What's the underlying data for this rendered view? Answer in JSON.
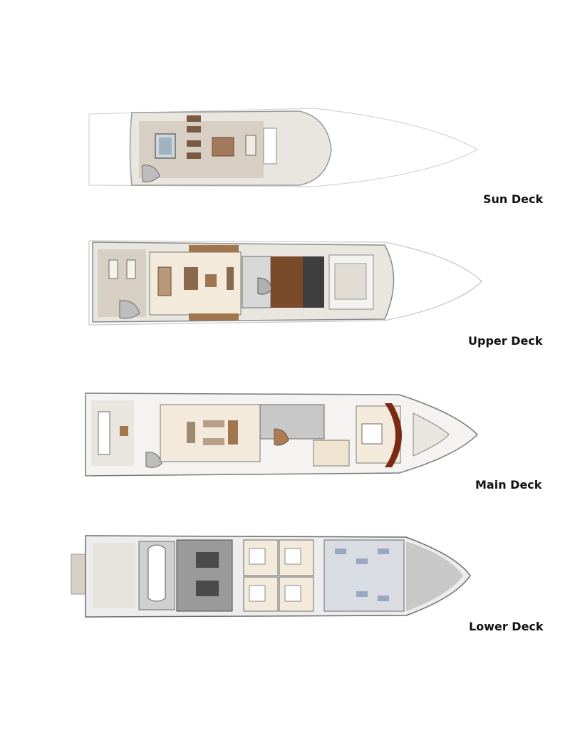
{
  "colors": {
    "background": "#ffffff",
    "hull_outline": "#c9c9c9",
    "deck_floor": "#e9e6e0",
    "teak": "#d8cfc4",
    "interior_cream": "#f3eadb",
    "furniture_brown": "#8a6a4e",
    "wood": "#a0764f",
    "dark_grey": "#4a4a4a",
    "mid_grey": "#9a9a9a",
    "accent_red_brown": "#7a2a12",
    "cabin_blue": "#9aa6c2",
    "label_text": "#111111"
  },
  "decks": [
    {
      "label": "Sun Deck"
    },
    {
      "label": "Upper Deck"
    },
    {
      "label": "Main Deck"
    },
    {
      "label": "Lower Deck"
    }
  ]
}
